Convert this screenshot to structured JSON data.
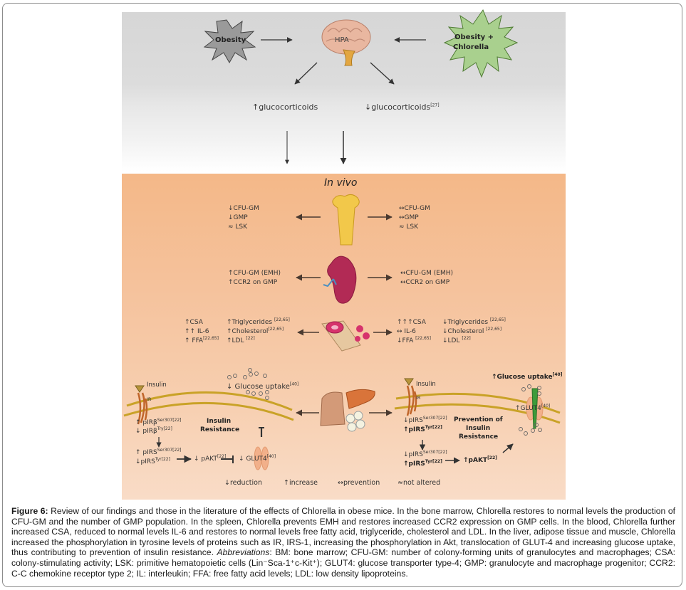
{
  "figure": {
    "top": {
      "obesity_label": "Obesity",
      "hpa_label": "HPA",
      "obesity_chlorella_label_line1": "Obesity +",
      "obesity_chlorella_label_line2": "Chlorella",
      "left_glucocorticoids": "↑glucocorticoids",
      "right_glucocorticoids": "↓glucocorticoids",
      "right_glucocorticoids_ref": "[27]"
    },
    "in_vivo": {
      "title": "In vivo",
      "bone_marrow": {
        "left": [
          "↓CFU-GM",
          "↓GMP",
          "≈ LSK"
        ],
        "right": [
          "↔CFU-GM",
          "↔GMP",
          "≈ LSK"
        ]
      },
      "spleen": {
        "left": [
          "↑CFU-GM (EMH)",
          "↑CCR2 on GMP"
        ],
        "right": [
          "↔CFU-GM (EMH)",
          "↔CCR2 on GMP"
        ]
      },
      "blood": {
        "left_col1": [
          {
            "text": "↑CSA",
            "ref": ""
          },
          {
            "text": "↑↑ IL-6",
            "ref": ""
          },
          {
            "text": "↑ FFA",
            "ref": "[22,65]"
          }
        ],
        "left_col2": [
          {
            "text": "↑Triglycerides",
            "ref": "[22,65]"
          },
          {
            "text": "↑Cholesterol",
            "ref": "[22,65]"
          },
          {
            "text": "↑LDL",
            "ref": "[22]"
          }
        ],
        "right_col1": [
          {
            "text": "↑↑↑CSA",
            "ref": ""
          },
          {
            "text": "↔ IL-6",
            "ref": ""
          },
          {
            "text": "↓FFA",
            "ref": "[22,65]"
          }
        ],
        "right_col2": [
          {
            "text": "↓Triglycerides",
            "ref": "[22,65]"
          },
          {
            "text": "↓Cholesterol",
            "ref": "[22,65]"
          },
          {
            "text": "↓LDL",
            "ref": "[22]"
          }
        ]
      },
      "insulin_left": {
        "insulin_label": "Insulin",
        "ir_label": "IR",
        "glucose_uptake": "↓ Glucose uptake",
        "glucose_uptake_ref": "[40]",
        "pirb_ser": "↑ pIRβ",
        "pirb_ser_sup": "Ser307[22]",
        "pirb_tyr": "↓ pIRβ",
        "pirb_tyr_sup": "Try[22]",
        "state_line1": "Insulin",
        "state_line2": "Resistance",
        "pirs_ser": "↑ pIRS",
        "pirs_ser_sup": "Ser307[22]",
        "pirs_tyr": "↓pIRS",
        "pirs_tyr_sup": "Tyr[22]",
        "pakt": "↓ pAKT",
        "pakt_sup": "[22]",
        "glut4": "↓ GLUT4",
        "glut4_sup": "[40]"
      },
      "insulin_right": {
        "insulin_label": "Insulin",
        "ir_label": "IR",
        "glucose_uptake": "↑Glucose uptake",
        "glucose_uptake_ref": "[40]",
        "pirs_ser_1": "↓pIRS",
        "pirs_ser_1_sup": "Ser307[22]",
        "pirs_tyr_1": "↑pIRS",
        "pirs_tyr_1_sup": "Tyr[22]",
        "state_line1": "Prevention of",
        "state_line2": "Insulin",
        "state_line3": "Resistance",
        "pirs_ser_2": "↓pIRS",
        "pirs_ser_2_sup": "Ser307[22]",
        "pirs_tyr_2": "↑pIRS",
        "pirs_tyr_2_sup": "Tyr[22]",
        "pakt": "↑pAKT",
        "pakt_sup": "[22]",
        "glut4": "↑GLUT4",
        "glut4_sup": "[40]"
      },
      "legend": [
        "↓reduction",
        "↑increase",
        "↔prevention",
        "≈not altered"
      ]
    },
    "colors": {
      "top_panel": "#d9d9d9",
      "in_vivo_panel": "#f5c29c",
      "obesity_star": "#9a9a9a",
      "chlorella_star": "#a9d08e",
      "membrane": "#c9a227",
      "receptor": "#c0652a",
      "glut4_right": "#3e9b3a"
    }
  },
  "caption": {
    "label": "Figure 6:",
    "text_1": " Review of our findings and those in the literature of the effects of Chlorella in obese mice. In the bone marrow, Chlorella restores to normal levels the production of CFU-GM and the number of GMP population. In the spleen, Chlorella prevents EMH and restores increased CCR2 expression on GMP cells. In the blood, Chlorella further increased CSA, reduced to normal levels IL-6 and restores to normal levels free fatty acid, triglyceride, cholesterol and LDL. In the liver, adipose tissue and muscle, Chlorella increased the phosphorylation in tyrosine levels of proteins such as IR, IRS-1, increasing the phosphorylation in Akt, translocation of GLUT-4 and increasing glucose uptake, thus contributing to prevention of insulin resistance. ",
    "abbrev_label": "Abbreviations",
    "text_2": ": BM: bone marrow; CFU-GM: number of colony-forming units of granulocytes and macrophages; CSA: colony-stimulating activity; LSK: primitive hematopoietic cells (Lin⁻Sca-1⁺c-Kit⁺); GLUT4: glucose transporter type-4; GMP: granulocyte and macrophage progenitor; CCR2: C-C chemokine receptor type 2; IL: interleukin; FFA: free fatty acid levels; LDL: low density lipoproteins."
  }
}
